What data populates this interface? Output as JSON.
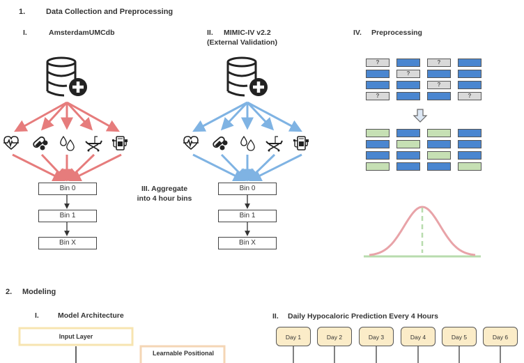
{
  "section1": {
    "number": "1.",
    "title": "Data Collection and Preprocessing",
    "panels": {
      "amsterdam": {
        "numeral": "I.",
        "title": "AmsterdamUMCdb",
        "arrow_color": "#e67c7c"
      },
      "mimic": {
        "numeral": "II.",
        "title_line1": "MIMIC-IV v2.2",
        "title_line2": "(External Validation)",
        "arrow_color": "#7fb3e3"
      },
      "aggregate": {
        "line1": "III. Aggregate",
        "line2": "into 4 hour bins"
      },
      "preprocessing": {
        "numeral": "IV.",
        "title": "Preprocessing"
      }
    },
    "data_icons": [
      "heart-rate-icon",
      "medication-pills-icon",
      "fluid-drops-icon",
      "hospital-bed-icon",
      "ventilator-machine-icon"
    ],
    "bins": [
      "Bin 0",
      "Bin 1",
      "Bin X"
    ],
    "missing_grid": [
      [
        "?",
        "",
        "?",
        ""
      ],
      [
        "",
        "?",
        "",
        ""
      ],
      [
        "",
        "",
        "?",
        ""
      ],
      [
        "?",
        "",
        "",
        "?"
      ]
    ],
    "missing_marker": "?",
    "colors": {
      "observed": "#4a86d0",
      "missing": "#d9d9d9",
      "imputed": "#c6e0b4",
      "curve": "#e8a3a8",
      "baseline": "#b8dcae"
    }
  },
  "section2": {
    "number": "2.",
    "title": "Modeling",
    "architecture": {
      "numeral": "I.",
      "title": "Model Architecture",
      "input_layer": "Input Layer",
      "positional": "Learnable Positional"
    },
    "prediction": {
      "numeral": "II.",
      "title": "Daily Hypocaloric Prediction Every 4 Hours",
      "days": [
        "Day 1",
        "Day 2",
        "Day 3",
        "Day 4",
        "Day 5",
        "Day 6"
      ]
    }
  }
}
